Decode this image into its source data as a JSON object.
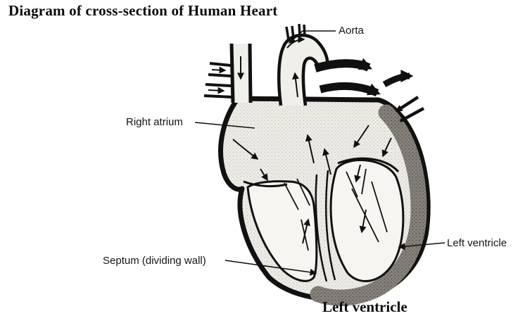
{
  "page": {
    "title": "Diagram of cross-section of Human Heart",
    "caption": "Left ventricle",
    "background": "#ffffff"
  },
  "labels": {
    "aorta": "Aorta",
    "right_atrium": "Right atrium",
    "left_ventricle": "Left ventricle",
    "septum": "Septum (dividing wall)"
  },
  "colors": {
    "ink": "#101010",
    "body_fill": "#edebe6",
    "thick_wall_fill": "#85817a",
    "chamber_fill": "#f7f5f1"
  }
}
